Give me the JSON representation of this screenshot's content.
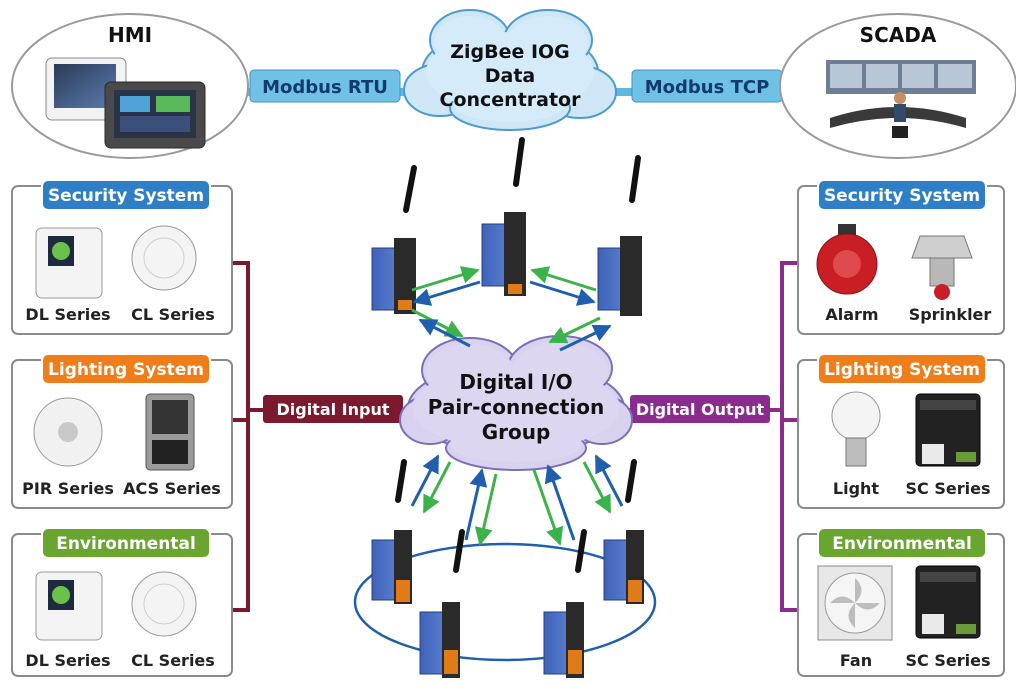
{
  "hmi": {
    "title": "HMI"
  },
  "scada": {
    "title": "SCADA"
  },
  "links": {
    "modbus_rtu": "Modbus RTU",
    "modbus_tcp": "Modbus TCP",
    "digital_input": "Digital Input",
    "digital_output": "Digital Output"
  },
  "concentrator": {
    "line1": "ZigBee IOG",
    "line2": "Data",
    "line3": "Concentrator"
  },
  "group": {
    "line1": "Digital I/O",
    "line2": "Pair-connection",
    "line3": "Group"
  },
  "left_panels": [
    {
      "header": "Security System",
      "header_color": "#2f7fc6",
      "items": [
        "DL Series",
        "CL Series"
      ]
    },
    {
      "header": "Lighting System",
      "header_color": "#ef7d1a",
      "items": [
        "PIR Series",
        "ACS Series"
      ]
    },
    {
      "header": "Environmental",
      "header_color": "#6aa52f",
      "items": [
        "DL Series",
        "CL Series"
      ]
    }
  ],
  "right_panels": [
    {
      "header": "Security System",
      "header_color": "#2f7fc6",
      "items": [
        "Alarm",
        "Sprinkler"
      ]
    },
    {
      "header": "Lighting System",
      "header_color": "#ef7d1a",
      "items": [
        "Light",
        "SC Series"
      ]
    },
    {
      "header": "Environmental",
      "header_color": "#6aa52f",
      "items": [
        "Fan",
        "SC Series"
      ]
    }
  ],
  "colors": {
    "link_blue": "#5fb8e0",
    "input_line": "#7b1a2e",
    "output_line": "#8a2c8e",
    "arrow_green": "#3bb34a",
    "arrow_blue": "#1f5fae",
    "cloud_blue": "#cfe6f7",
    "cloud_purple": "#d9d2ee"
  }
}
